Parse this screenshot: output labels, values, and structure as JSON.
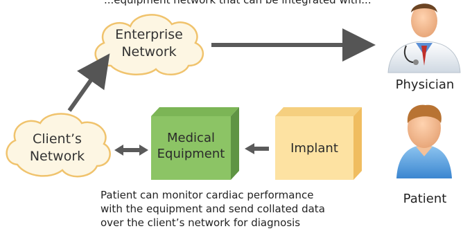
{
  "top_text": "...equipment network that can be integrated with...",
  "nodes": {
    "enterprise_network": {
      "line1": "Enterprise",
      "line2": "Network"
    },
    "clients_network": {
      "line1": "Client’s",
      "line2": "Network"
    },
    "medical_equipment": {
      "line1": "Medical",
      "line2": "Equipment"
    },
    "implant": {
      "label": "Implant"
    },
    "physician": {
      "label": "Physician"
    },
    "patient": {
      "label": "Patient"
    }
  },
  "caption": {
    "line1": "Patient can monitor cardiac performance",
    "line2": "with the equipment and send collated data",
    "line3": "over the client’s network for diagnosis"
  },
  "colors": {
    "cloud_fill": "#fdf6e3",
    "cloud_stroke": "#f0c36d",
    "equipment_front": "#8cc465",
    "equipment_side": "#5f9444",
    "implant_front": "#fde2a2",
    "implant_side": "#f0bd60",
    "arrow": "#555555"
  },
  "icons": {
    "physician": "doctor-avatar-icon",
    "patient": "patient-avatar-icon"
  }
}
